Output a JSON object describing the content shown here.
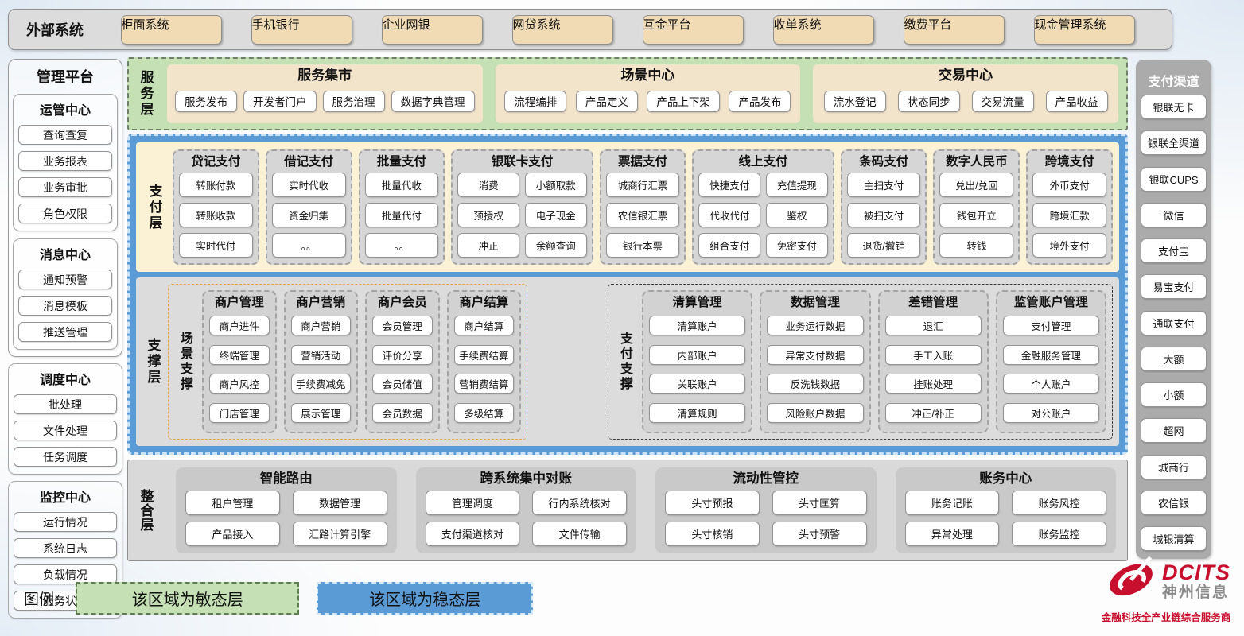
{
  "colors": {
    "green": "#c5e0b4",
    "blue": "#5b9bd5",
    "yellow": "#fbf2d5",
    "tan": "#f2e3cb",
    "wheat": "#f0dbb4",
    "orange": "#e8a33d",
    "red": "#c8102e"
  },
  "external": {
    "label": "外部系统",
    "items": [
      "柜面系统",
      "手机银行",
      "企业网银",
      "网贷系统",
      "互金平台",
      "收单系统",
      "缴费平台",
      "现金管理系统"
    ]
  },
  "management": {
    "title": "管理平台",
    "sections": [
      {
        "title": "运管中心",
        "items": [
          "查询查复",
          "业务报表",
          "业务审批",
          "角色权限"
        ]
      },
      {
        "title": "消息中心",
        "items": [
          "通知预警",
          "消息模板",
          "推送管理"
        ]
      },
      {
        "title": "调度中心",
        "items": [
          "批处理",
          "文件处理",
          "任务调度"
        ]
      },
      {
        "title": "监控中心",
        "items": [
          "运行情况",
          "系统日志",
          "负载情况",
          "服务状态"
        ]
      }
    ]
  },
  "service_layer": {
    "label": "服务层",
    "groups": [
      {
        "title": "服务集市",
        "items": [
          "服务发布",
          "开发者门户",
          "服务治理",
          "数据字典管理"
        ]
      },
      {
        "title": "场景中心",
        "items": [
          "流程编排",
          "产品定义",
          "产品上下架",
          "产品发布"
        ]
      },
      {
        "title": "交易中心",
        "items": [
          "流水登记",
          "状态同步",
          "交易流量",
          "产品收益"
        ]
      }
    ]
  },
  "payment_layer": {
    "label": "支付层",
    "columns": [
      {
        "title": "贷记支付",
        "cols": 1,
        "items": [
          "转账付款",
          "转账收款",
          "实时代付"
        ]
      },
      {
        "title": "借记支付",
        "cols": 1,
        "items": [
          "实时代收",
          "资金归集",
          "。。"
        ]
      },
      {
        "title": "批量支付",
        "cols": 1,
        "items": [
          "批量代收",
          "批量代付",
          "。。"
        ]
      },
      {
        "title": "银联卡支付",
        "cols": 2,
        "items": [
          "消费",
          "小额取款",
          "预授权",
          "电子现金",
          "冲正",
          "余额查询"
        ]
      },
      {
        "title": "票据支付",
        "cols": 1,
        "items": [
          "城商行汇票",
          "农信银汇票",
          "银行本票"
        ]
      },
      {
        "title": "线上支付",
        "cols": 2,
        "items": [
          "快捷支付",
          "充值提现",
          "代收代付",
          "鉴权",
          "组合支付",
          "免密支付"
        ]
      },
      {
        "title": "条码支付",
        "cols": 1,
        "items": [
          "主扫支付",
          "被扫支付",
          "退货/撤销"
        ]
      },
      {
        "title": "数字人民币",
        "cols": 1,
        "items": [
          "兑出/兑回",
          "钱包开立",
          "转钱"
        ]
      },
      {
        "title": "跨境支付",
        "cols": 1,
        "items": [
          "外币支付",
          "跨境汇款",
          "境外支付"
        ]
      }
    ]
  },
  "support_layer": {
    "label": "支撑层",
    "scene": {
      "label": "场景支撑",
      "columns": [
        {
          "title": "商户管理",
          "items": [
            "商户进件",
            "终端管理",
            "商户风控",
            "门店管理"
          ]
        },
        {
          "title": "商户营销",
          "items": [
            "商户营销",
            "营销活动",
            "手续费减免",
            "展示管理"
          ]
        },
        {
          "title": "商户会员",
          "items": [
            "会员管理",
            "评价分享",
            "会员储值",
            "会员数据"
          ]
        },
        {
          "title": "商户结算",
          "items": [
            "商户结算",
            "手续费结算",
            "营销费结算",
            "多级结算"
          ]
        }
      ]
    },
    "payment": {
      "label": "支付支撑",
      "columns": [
        {
          "title": "清算管理",
          "items": [
            "清算账户",
            "内部账户",
            "关联账户",
            "清算规则"
          ]
        },
        {
          "title": "数据管理",
          "items": [
            "业务运行数据",
            "异常支付数据",
            "反洗钱数据",
            "风险账户数据"
          ]
        },
        {
          "title": "差错管理",
          "items": [
            "退汇",
            "手工入账",
            "挂账处理",
            "冲正/补正"
          ]
        },
        {
          "title": "监管账户管理",
          "items": [
            "支付管理",
            "金融服务管理",
            "个人账户",
            "对公账户"
          ]
        }
      ]
    }
  },
  "integration_layer": {
    "label": "整合层",
    "groups": [
      {
        "title": "智能路由",
        "items": [
          "租户管理",
          "数据管理",
          "产品接入",
          "汇路计算引擎"
        ]
      },
      {
        "title": "跨系统集中对账",
        "items": [
          "管理调度",
          "行内系统核对",
          "支付渠道核对",
          "文件传输"
        ]
      },
      {
        "title": "流动性管控",
        "items": [
          "头寸预报",
          "头寸匡算",
          "头寸核销",
          "头寸预警"
        ]
      },
      {
        "title": "账务中心",
        "items": [
          "账务记账",
          "账务风控",
          "异常处理",
          "账务监控"
        ]
      }
    ]
  },
  "channels": {
    "title": "支付渠道",
    "items": [
      "银联无卡",
      "银联全渠道",
      "银联CUPS",
      "微信",
      "支付宝",
      "易宝支付",
      "通联支付",
      "大额",
      "小额",
      "超网",
      "城商行",
      "农信银",
      "城银清算"
    ]
  },
  "legend": {
    "label": "图例:",
    "agile": "该区域为敏态层",
    "stable": "该区域为稳态层"
  },
  "logo": {
    "name": "DCITS",
    "company": "神州信息",
    "tagline": "金融科技全产业链综合服务商"
  }
}
